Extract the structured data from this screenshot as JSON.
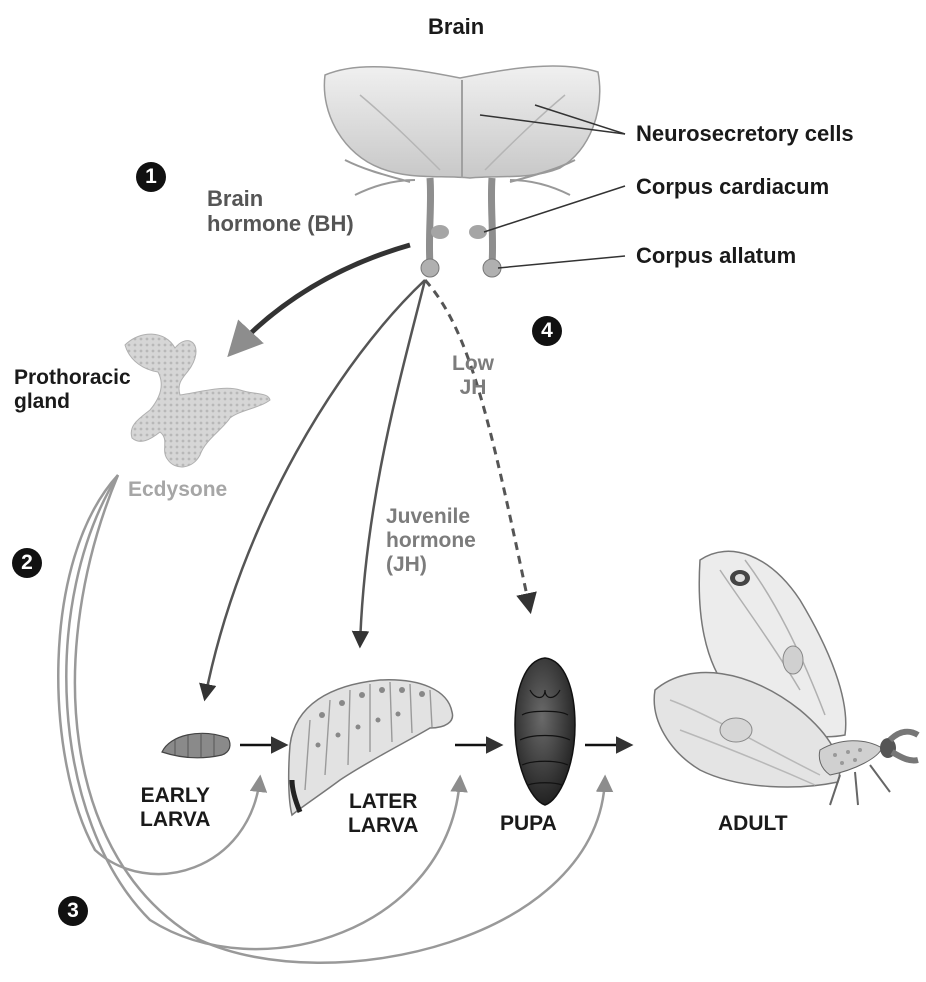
{
  "labels": {
    "brain": "Brain",
    "neurosecretory_cells": "Neurosecretory cells",
    "corpus_cardiacum": "Corpus cardiacum",
    "corpus_allatum": "Corpus allatum",
    "brain_hormone": "Brain\nhormone (BH)",
    "prothoracic_gland": "Prothoracic\ngland",
    "ecdysone": "Ecdysone",
    "juvenile_hormone": "Juvenile\nhormone\n(JH)",
    "low_jh": "Low\nJH"
  },
  "stages": {
    "early_larva": "EARLY\nLARVA",
    "later_larva": "LATER\nLARVA",
    "pupa": "PUPA",
    "adult": "ADULT"
  },
  "steps": [
    "1",
    "2",
    "3",
    "4"
  ],
  "colors": {
    "dark_text": "#1a1a1a",
    "gray_text": "#8a8a8a",
    "arrow_dark": "#333333",
    "arrow_gray": "#9a9a9a"
  }
}
